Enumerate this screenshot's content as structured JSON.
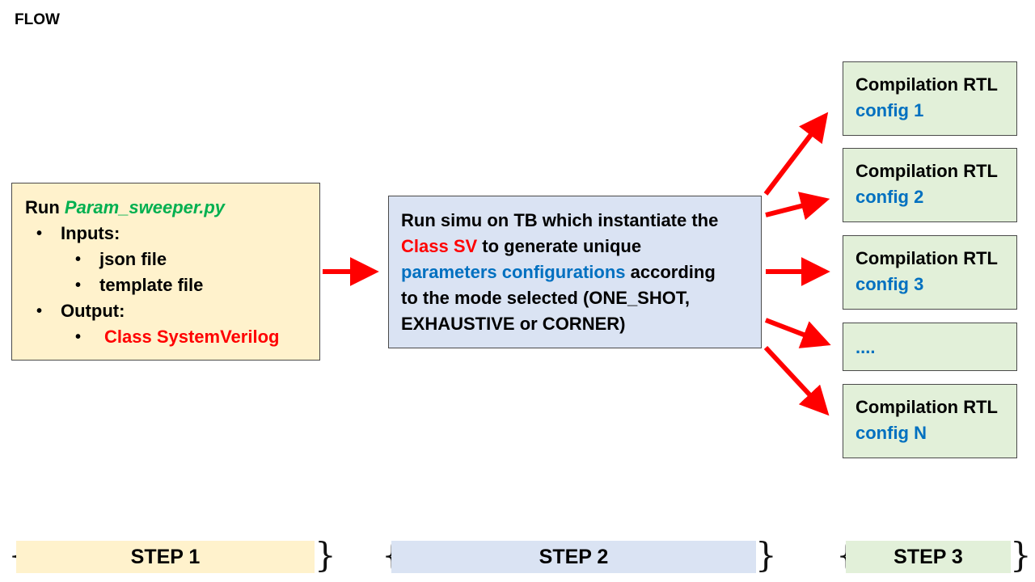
{
  "title": "FLOW",
  "colors": {
    "step1_bg": "#fff2cc",
    "step2_bg": "#dae3f3",
    "step3_bg": "#e2f0d9",
    "red": "#ff0000",
    "blue": "#0070c0",
    "green": "#00b050"
  },
  "step1": {
    "run_label": "Run",
    "script": "Param_sweeper.py",
    "inputs_label": "Inputs:",
    "inputs": [
      "json file",
      "template file"
    ],
    "output_label": "Output:",
    "output": "Class SystemVerilog",
    "bullet": "•"
  },
  "step2": {
    "line1": "Run simu on TB which instantiate the",
    "line2_red": "Class SV",
    "line2_rest": " to generate unique",
    "line3_blue": "parameters configurations",
    "line3_rest": " according",
    "line4": "to the mode selected (ONE_SHOT,",
    "line5": "EXHAUSTIVE or CORNER)"
  },
  "step3": {
    "boxes": [
      {
        "title": "Compilation RTL",
        "config": "config 1"
      },
      {
        "title": "Compilation RTL",
        "config": "config 2"
      },
      {
        "title": "Compilation RTL",
        "config": "config 3"
      },
      {
        "title": "",
        "config": "...."
      },
      {
        "title": "Compilation RTL",
        "config": "config N"
      }
    ]
  },
  "steps": {
    "step1": "STEP 1",
    "step2": "STEP 2",
    "step3": "STEP 3",
    "brace_open": "{",
    "brace_close": "}"
  }
}
